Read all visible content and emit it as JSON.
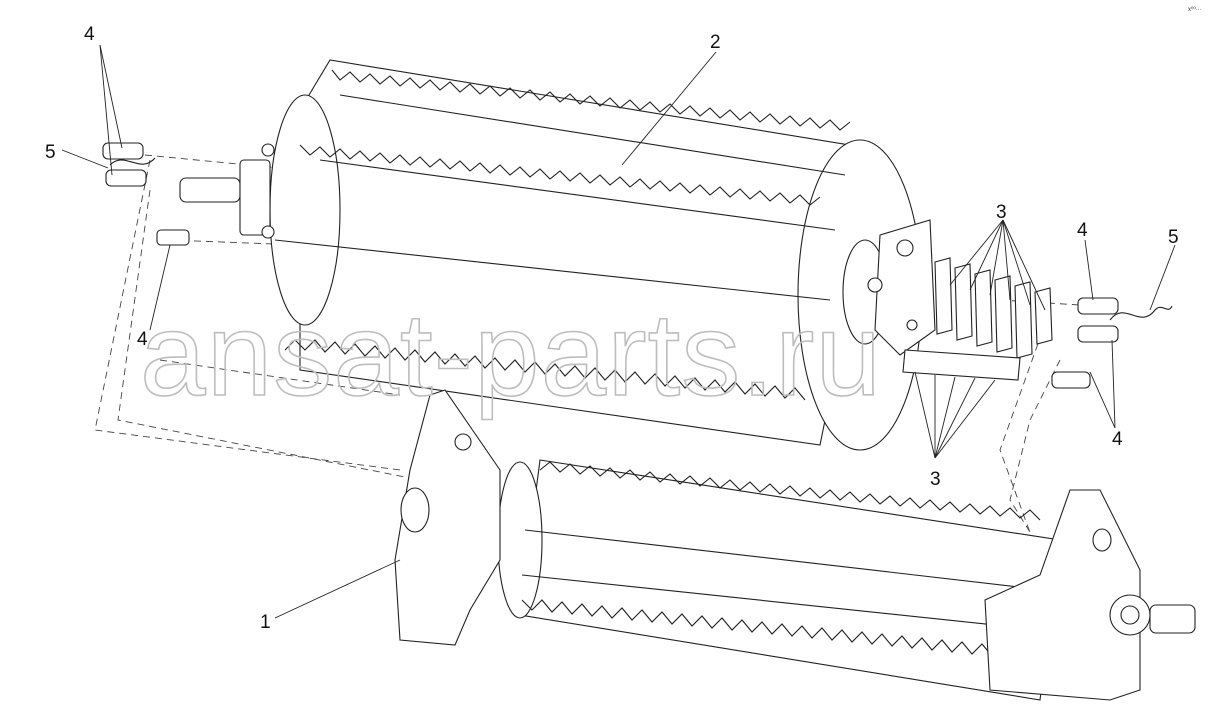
{
  "corner_code": "x⁰⁰···",
  "watermark": "ansat-parts.ru",
  "callouts": {
    "c1": "1",
    "c2": "2",
    "c3_top": "3",
    "c3_bottom": "3",
    "c4_top_left": "4",
    "c4_left": "4",
    "c4_right_top": "4",
    "c4_right_bottom": "4",
    "c5_left": "5",
    "c5_right": "5"
  }
}
